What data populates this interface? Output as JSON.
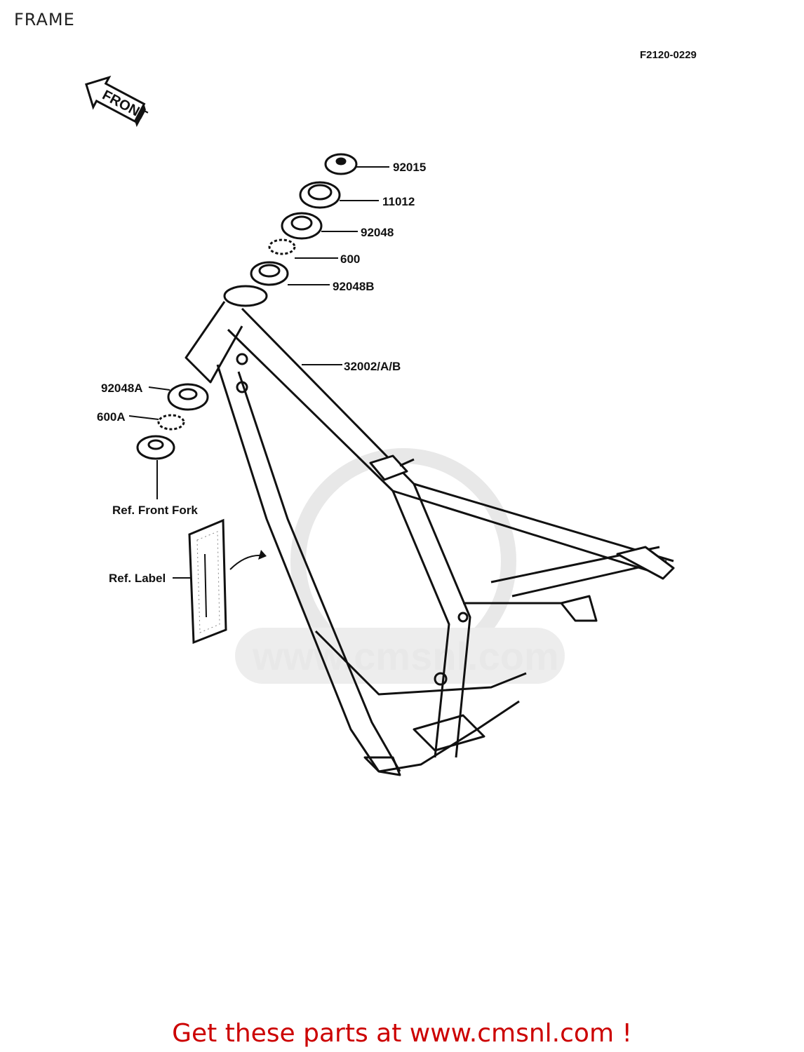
{
  "header": {
    "title": "FRAME",
    "diagram_code": "F2120-0229"
  },
  "orientation": {
    "front_label": "FRONT"
  },
  "parts": [
    {
      "number": "92015"
    },
    {
      "number": "11012"
    },
    {
      "number": "92048"
    },
    {
      "number": "600"
    },
    {
      "number": "92048B"
    },
    {
      "number": "32002/A/B"
    },
    {
      "number": "92048A"
    },
    {
      "number": "600A"
    }
  ],
  "references": {
    "front_fork": "Ref. Front Fork",
    "label": "Ref. Label"
  },
  "watermark": {
    "text": "www.cmsnl.com"
  },
  "footer": {
    "promo_text": "Get these parts at www.cmsnl.com !"
  },
  "colors": {
    "promo": "#cc0000",
    "line": "#111111",
    "watermark": "#e6e6e6"
  }
}
